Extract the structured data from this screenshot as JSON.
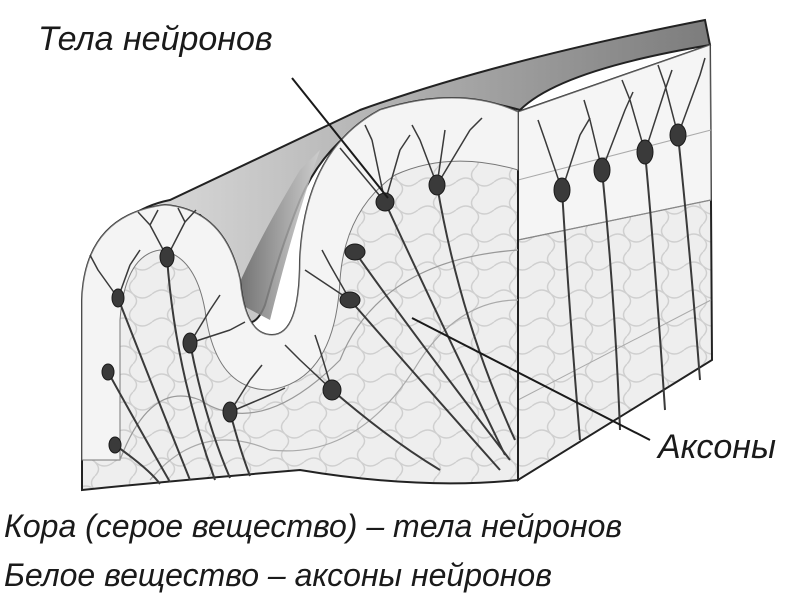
{
  "labels": {
    "neuron_bodies": "Тела нейронов",
    "axons": "Аксоны"
  },
  "captions": {
    "line1": "Кора (серое вещество) – тела нейронов",
    "line2": "Белое вещество – аксоны нейронов"
  },
  "colors": {
    "outline": "#222222",
    "neuron": "#3a3a3a",
    "top_surface_light": "#d8d8d8",
    "top_surface_dark": "#8a8a8a",
    "cortex_fill": "#f2f2f2",
    "white_matter_fill": "#e6e6e6",
    "mesh": "#c8c8c8"
  }
}
